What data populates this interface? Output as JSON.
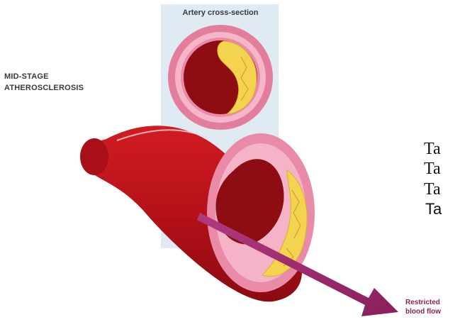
{
  "stage_label_lines": [
    "MID-STAGE",
    "ATHEROSCLEROSIS"
  ],
  "panel_title": "Artery cross-section",
  "side_text": [
    "Ta",
    "Ta",
    "Ta",
    "Ta"
  ],
  "flow_label_lines": [
    "Restricted",
    "blood flow"
  ],
  "colors": {
    "artery_wall": "#c0141c",
    "lumen": "#8e0d13",
    "intima_pink": "#f2a8c0",
    "plaque": "#f4d34e",
    "panel": "#dbe6f1",
    "flow_arrow": "#9a2b6b"
  }
}
